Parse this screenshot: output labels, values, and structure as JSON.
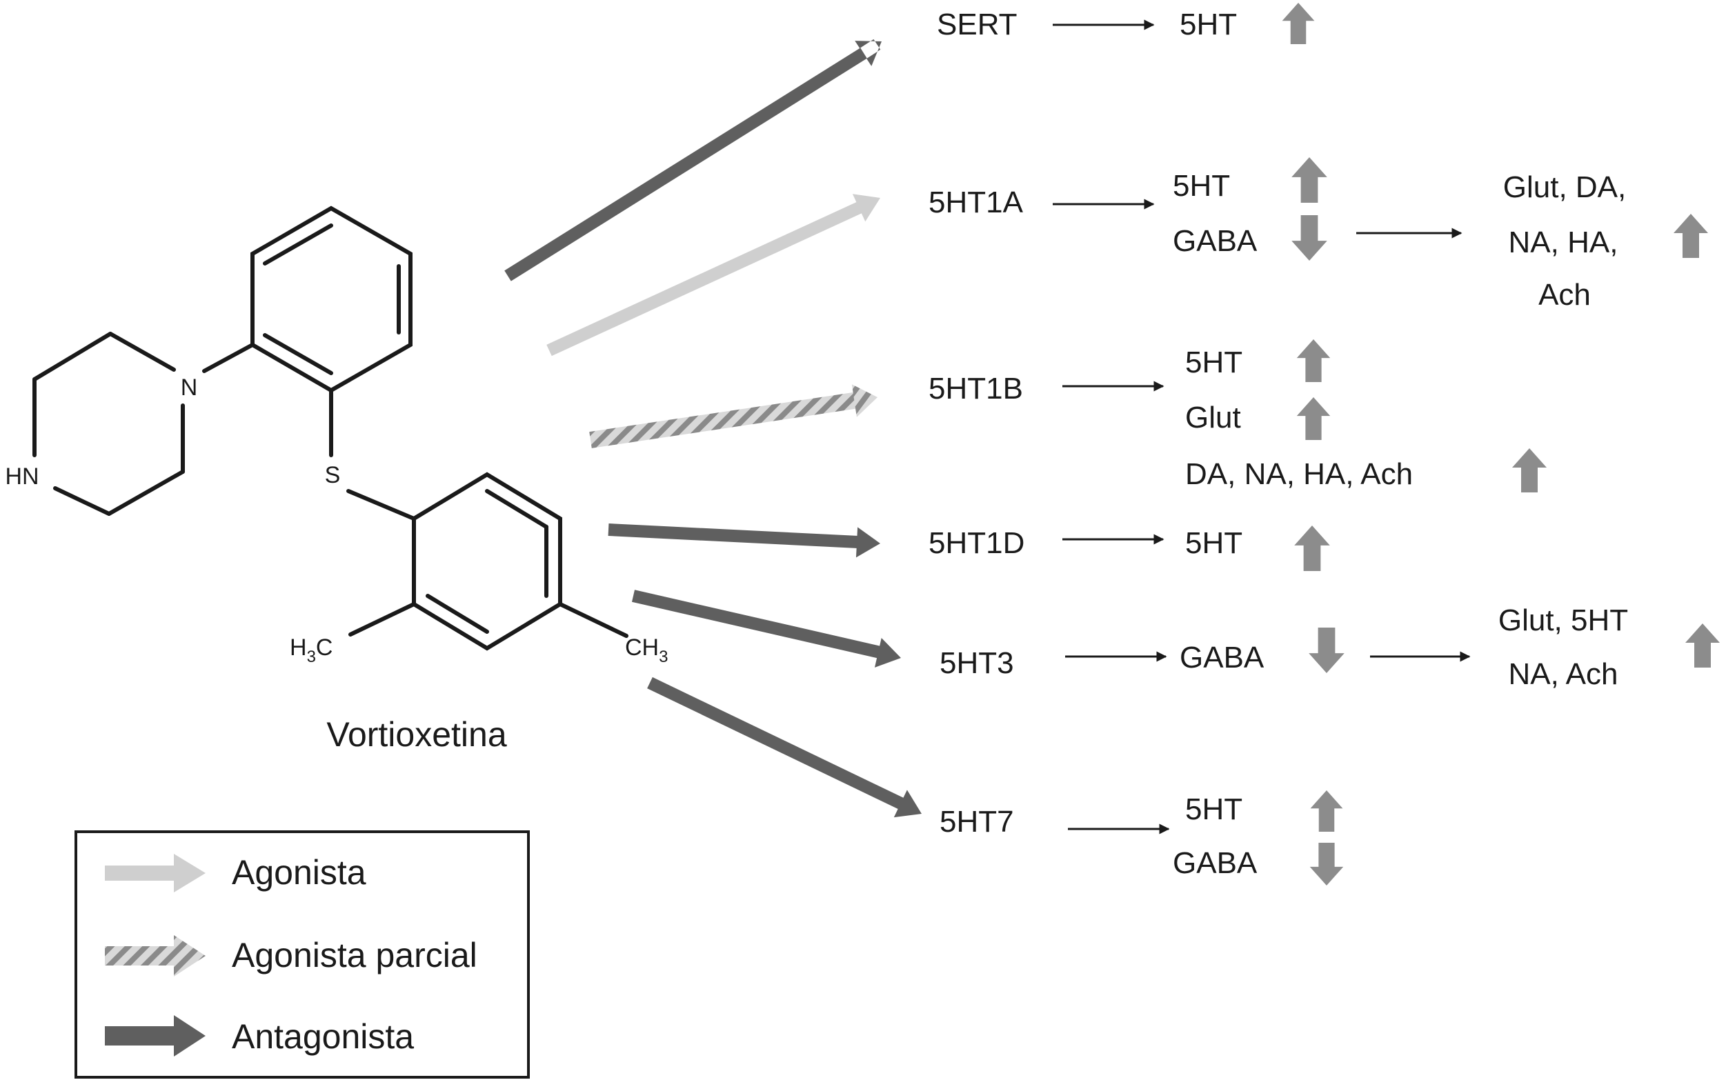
{
  "molecule": {
    "name": "Vortioxetina",
    "atoms": {
      "N": "N",
      "NH": "HN",
      "S": "S",
      "H3C": [
        "H",
        "3",
        "C"
      ],
      "CH3": [
        "CH",
        "3"
      ]
    }
  },
  "targets": {
    "sert": {
      "label": "SERT",
      "effects": [
        "5HT"
      ]
    },
    "ht1a": {
      "label": "5HT1A",
      "effects": [
        "5HT",
        "GABA"
      ],
      "downstream": [
        "Glut, DA,",
        "NA, HA,",
        "Ach"
      ]
    },
    "ht1b": {
      "label": "5HT1B",
      "effects": [
        "5HT",
        "Glut",
        "DA, NA, HA, Ach"
      ]
    },
    "ht1d": {
      "label": "5HT1D",
      "effects": [
        "5HT"
      ]
    },
    "ht3": {
      "label": "5HT3",
      "effects": [
        "GABA"
      ],
      "downstream": [
        "Glut, 5HT",
        "NA, Ach"
      ]
    },
    "ht7": {
      "label": "5HT7",
      "effects": [
        "5HT",
        "GABA"
      ]
    }
  },
  "effect_directions": {
    "sert": [
      "up"
    ],
    "ht1a": [
      "up",
      "down"
    ],
    "ht1a_downstream": "up",
    "ht1b": [
      "up",
      "up",
      "up"
    ],
    "ht1d": [
      "up"
    ],
    "ht3": [
      "down"
    ],
    "ht3_downstream": "up",
    "ht7": [
      "up",
      "down"
    ]
  },
  "legend": {
    "agonist": "Agonista",
    "partial_agonist": "Agonista parcial",
    "antagonist": "Antagonista"
  },
  "colors": {
    "agonist": "#cfcfcf",
    "partial_agonist": "#9a9a9a",
    "antagonist": "#5f5f5f",
    "effect_arrow": "#8c8c8c",
    "line": "#1a1a1a"
  }
}
